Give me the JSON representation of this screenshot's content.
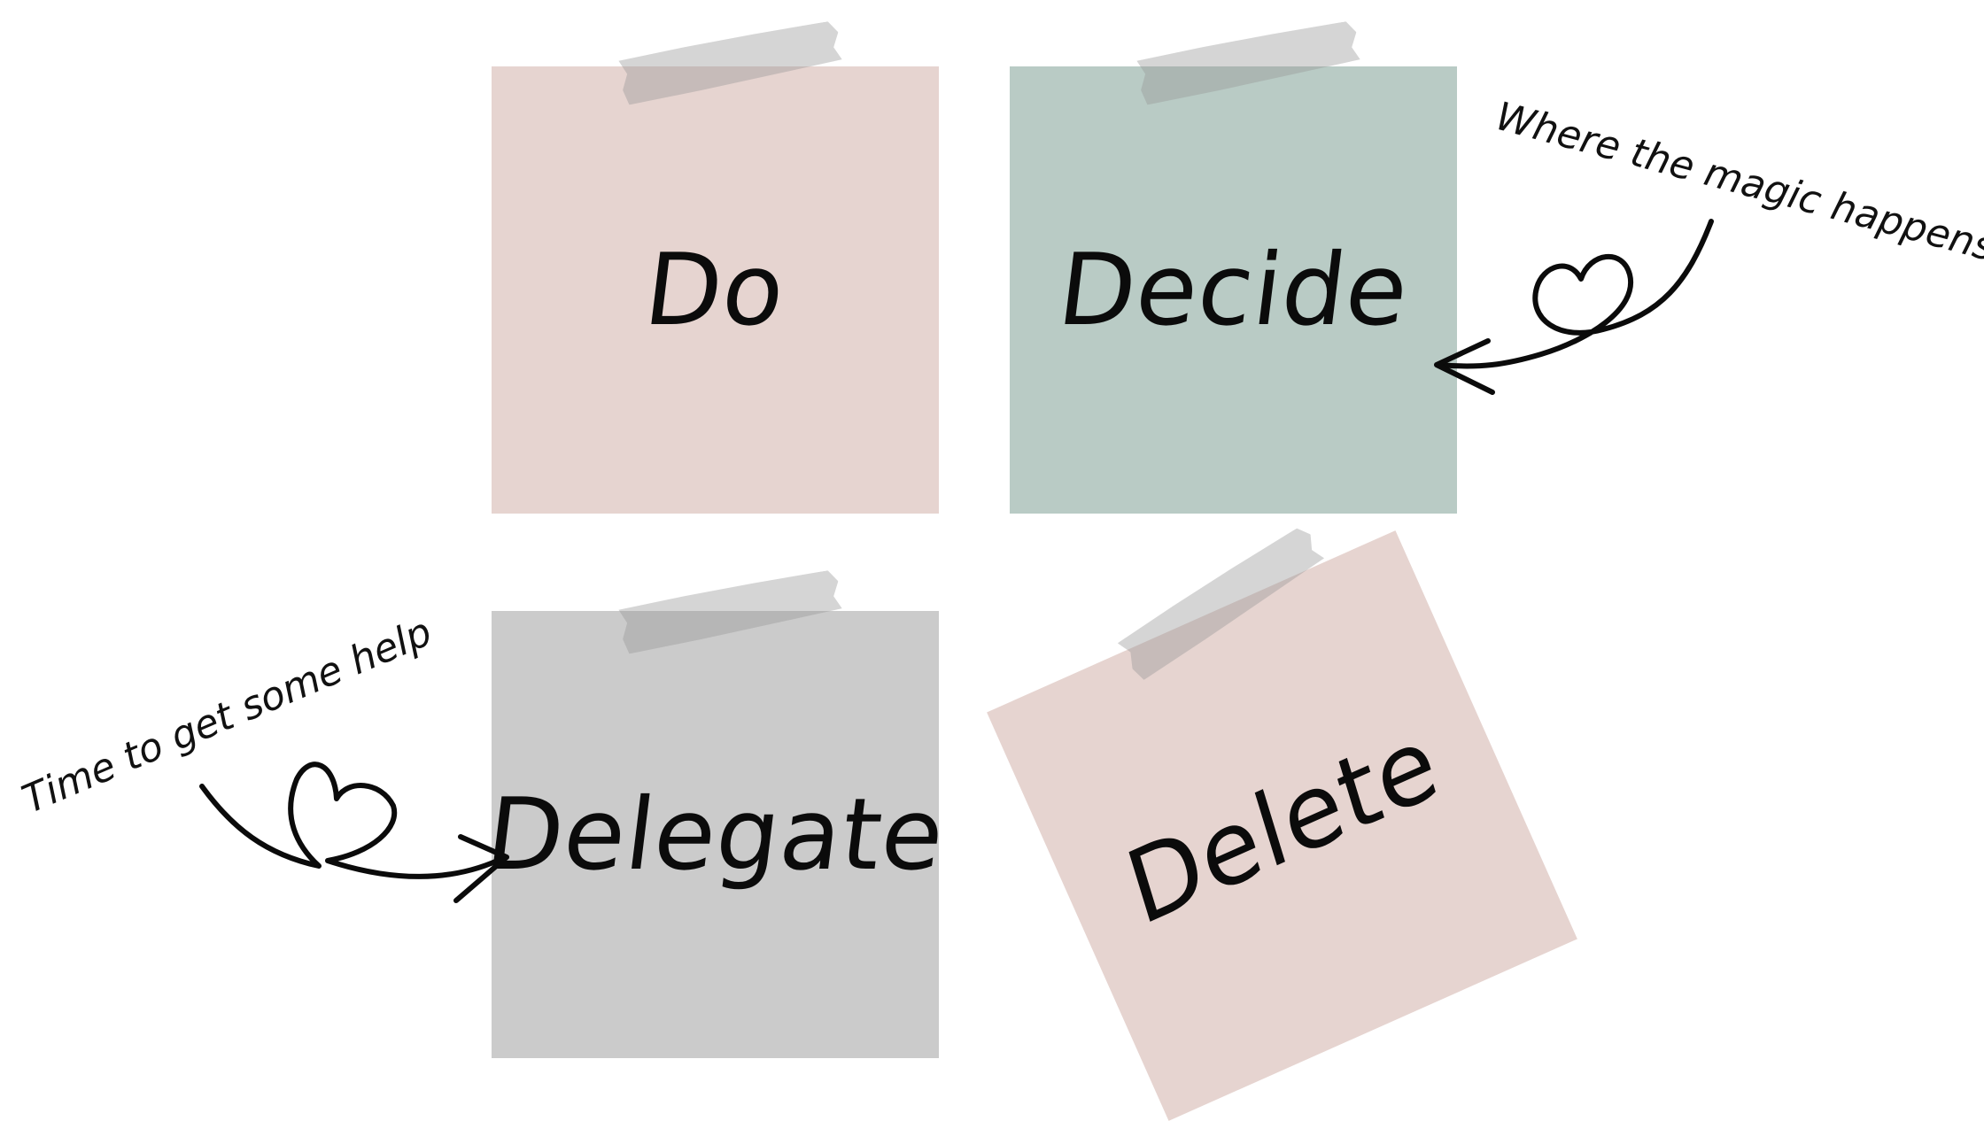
{
  "notes": {
    "do": {
      "label": "Do",
      "color": "#e6d4d0"
    },
    "decide": {
      "label": "Decide",
      "color": "#b9cbc5"
    },
    "delegate": {
      "label": "Delegate",
      "color": "#cbcbcb"
    },
    "delete": {
      "label": "Delete",
      "color": "#e6d4d0"
    }
  },
  "annotations": {
    "decide_note": "Where the magic happens",
    "delegate_note": "Time to get some help"
  },
  "colors": {
    "background": "#ffffff",
    "ink": "#0b0b0b",
    "tape": "#969696"
  },
  "icons": {
    "decide_arrow": "heart-loop-arrow-icon",
    "delegate_arrow": "heart-loop-arrow-icon"
  }
}
